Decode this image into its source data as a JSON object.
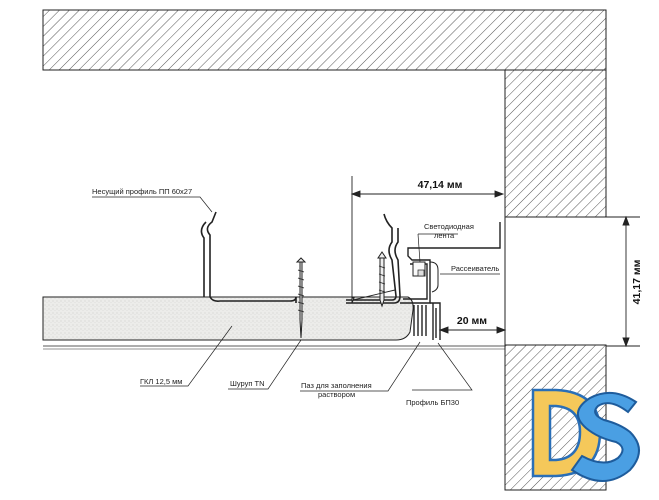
{
  "labels": {
    "profile_pp": "Несущий профиль ПП 60х27",
    "led_strip_line1": "Светодиодная",
    "led_strip_line2": "лента",
    "diffuser": "Рассеиватель",
    "gkl": "ГКЛ 12,5 мм",
    "screw": "Шуруп TN",
    "groove_line1": "Паз для заполнения",
    "groove_line2": "раствором",
    "profile_bp": "Профиль БП30"
  },
  "dimensions": {
    "horizontal_top": "47,14 мм",
    "vertical_right": "41,17 мм",
    "horizontal_gap": "20 мм"
  },
  "logo": {
    "text": "DS",
    "color_d": "#f5c85a",
    "color_s": "#4a9fe3"
  },
  "colors": {
    "hatch": "#555555",
    "board": "#e9e9e6",
    "line": "#222222"
  }
}
